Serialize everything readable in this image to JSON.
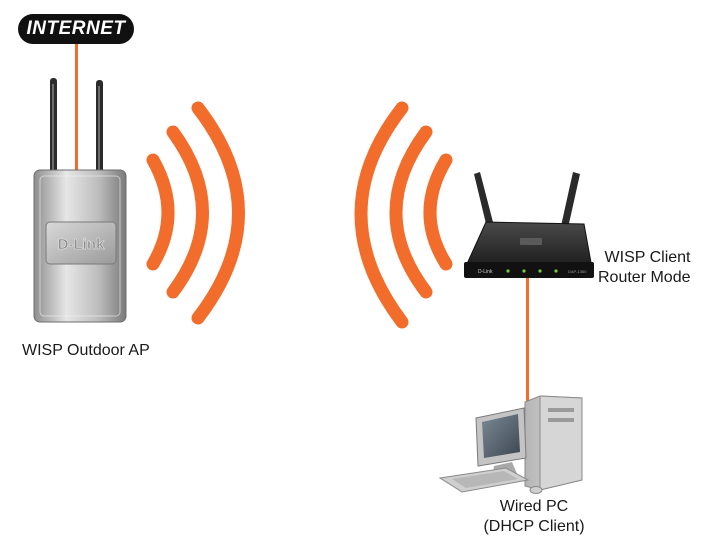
{
  "internet": {
    "label": "INTERNET"
  },
  "access_point": {
    "label": "WISP Outdoor AP",
    "brand": "D-Link"
  },
  "router": {
    "label_line1": "WISP Client",
    "label_line2": "Router Mode",
    "brand": "D-Link"
  },
  "pc": {
    "label_line1": "Wired PC",
    "label_line2": "(DHCP Client)"
  },
  "colors": {
    "cable": "#f26c2b",
    "waves": "#f26c2b",
    "badge": "#111111"
  }
}
